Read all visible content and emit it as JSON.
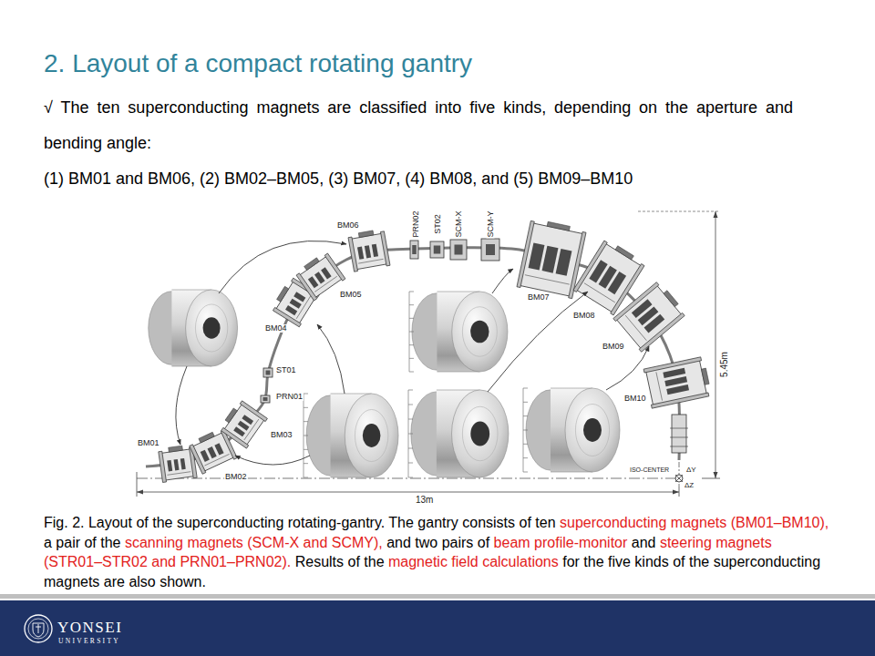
{
  "diagram": {
    "title": "2. Layout of a compact rotating gantry",
    "caption": "Fig. 2. Layout of the superconducting rotating-gantry. The gantry consists of ten superconducting magnets (BM01–BM10), a pair of the scanning magnets (SCM-X and SCMY), and two pairs of beam profile-monitor and steering magnets (STR01–STR02 and PRN01–PRN02). Results of the magnetic field calculations for the five kinds of the superconducting magnets are also shown.",
    "labels": [
      "√ The ten superconducting magnets are classified into five kinds, depending on the aperture and bending angle:",
      "(1) BM01 and BM06, (2) BM02–BM05, (3) BM07, (4) BM08, and (5) BM09–BM10",
      "BM01",
      "BM02",
      "BM03",
      "PRN01",
      "ST01",
      "BM04",
      "BM05",
      "BM06",
      "PRN02",
      "ST02",
      "SCM-X",
      "SCM-Y",
      "BM07",
      "BM08",
      "BM09",
      "BM10",
      "5.45m",
      "ISO-CENTER",
      "ΔY",
      "ΔZ",
      "13m",
      "YONSEI",
      "UNIVERSITY"
    ]
  }
}
